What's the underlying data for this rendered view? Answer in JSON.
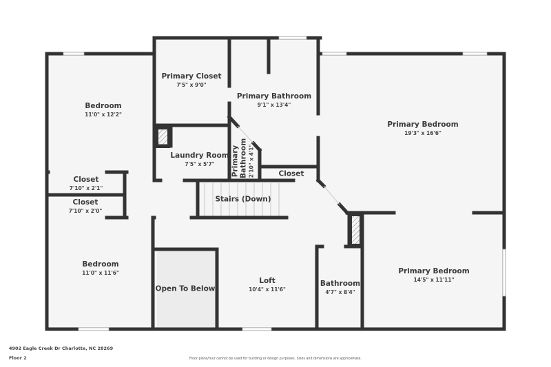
{
  "floor": "Floor 2",
  "address": "4902 Eagle Creek Dr Charlotte, NC 28269",
  "disclaimer": "Floor plans/tour cannot be used for building or design purposes. Sizes and dimensions are approximate.",
  "colors": {
    "wall": "#333333",
    "floor": "#f5f5f5",
    "open_below": "#ececec",
    "window": "#ffffff"
  },
  "rooms": [
    {
      "id": "bedroom-1",
      "name": "Bedroom",
      "dims": "11'0\" x 12'2\""
    },
    {
      "id": "primary-closet",
      "name": "Primary Closet",
      "dims": "7'5\" x 9'0\""
    },
    {
      "id": "primary-bathroom",
      "name": "Primary Bathroom",
      "dims": "9'1\" x 13'4\""
    },
    {
      "id": "primary-bedroom-1",
      "name": "Primary Bedroom",
      "dims": "19'3\" x 16'6\""
    },
    {
      "id": "laundry-room",
      "name": "Laundry Room",
      "dims": "7'5\" x 5'7\""
    },
    {
      "id": "primary-bathroom-2",
      "name": "Primary Bathroom",
      "dims": "2'10\" x 4'1\""
    },
    {
      "id": "closet-1",
      "name": "Closet",
      "dims": ""
    },
    {
      "id": "closet-2",
      "name": "Closet",
      "dims": "7'10\" x 2'1\""
    },
    {
      "id": "closet-3",
      "name": "Closet",
      "dims": "7'10\" x 2'0\""
    },
    {
      "id": "stairs",
      "name": "Stairs (Down)",
      "dims": ""
    },
    {
      "id": "bedroom-2",
      "name": "Bedroom",
      "dims": "11'0\" x 11'6\""
    },
    {
      "id": "open-to-below",
      "name": "Open To Below",
      "dims": ""
    },
    {
      "id": "loft",
      "name": "Loft",
      "dims": "10'4\" x 11'6\""
    },
    {
      "id": "bathroom",
      "name": "Bathroom",
      "dims": "4'7\" x 8'4\""
    },
    {
      "id": "primary-bedroom-2",
      "name": "Primary Bedroom",
      "dims": "14'5\" x 11'11\""
    }
  ]
}
